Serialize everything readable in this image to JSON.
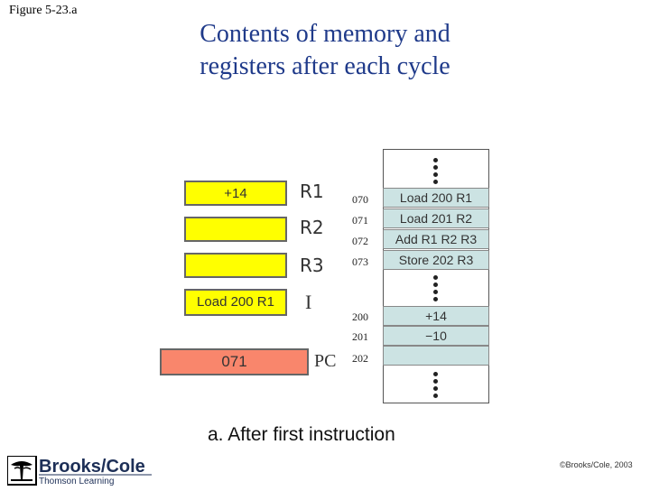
{
  "figure_label": "Figure 5-23.a",
  "title_line1": "Contents of memory and",
  "title_line2": "registers after each cycle",
  "registers": [
    {
      "name": "R1",
      "value": "+14"
    },
    {
      "name": "R2",
      "value": ""
    },
    {
      "name": "R3",
      "value": ""
    },
    {
      "name": "I",
      "value": "Load 200 R1"
    },
    {
      "name": "PC",
      "value": "071"
    }
  ],
  "memory_instructions": [
    {
      "address": "070",
      "content": "Load 200 R1"
    },
    {
      "address": "071",
      "content": "Load 201 R2"
    },
    {
      "address": "072",
      "content": "Add R1 R2 R3"
    },
    {
      "address": "073",
      "content": "Store 202 R3"
    }
  ],
  "memory_data": [
    {
      "address": "200",
      "content": "+14"
    },
    {
      "address": "201",
      "content": "−10"
    },
    {
      "address": "202",
      "content": ""
    }
  ],
  "caption": "a. After first instruction",
  "logo": {
    "brand": "Brooks/Cole",
    "sub": "Thomson Learning",
    "icon": "tree-icon"
  },
  "copyright": "©Brooks/Cole, 2003",
  "colors": {
    "register": "#ffff00",
    "pc": "#f9866c",
    "memory_cell": "#cce3e3",
    "title": "#1f3a8a"
  }
}
